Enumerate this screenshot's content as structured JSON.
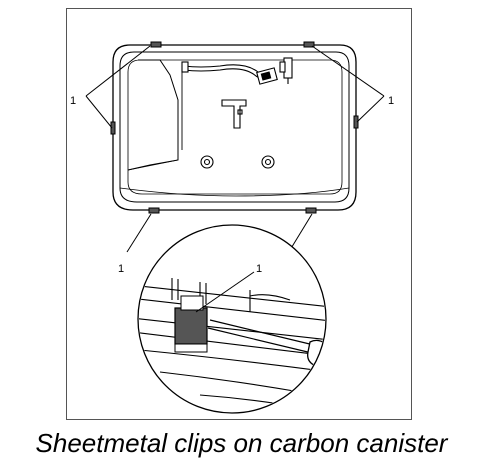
{
  "figure": {
    "callouts": [
      "1",
      "1",
      "1",
      "1"
    ]
  },
  "caption": "Sheetmetal clips on carbon canister",
  "colors": {
    "line": "#000000",
    "clip_fill": "#555555",
    "background": "#ffffff"
  }
}
